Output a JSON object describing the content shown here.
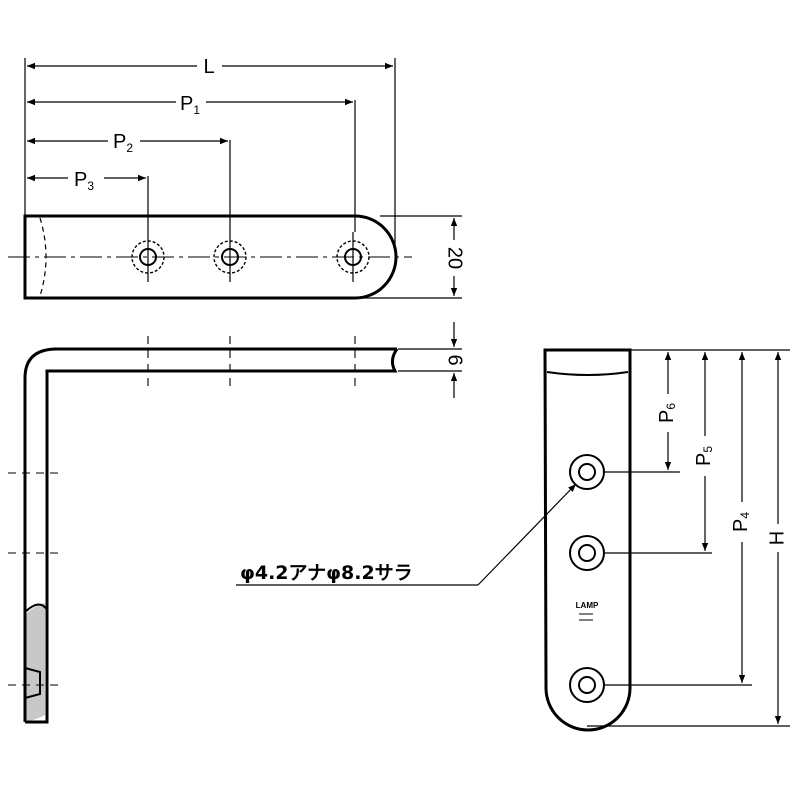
{
  "dimensions": {
    "L": "L",
    "P1": {
      "base": "P",
      "sub": "1"
    },
    "P2": {
      "base": "P",
      "sub": "2"
    },
    "P3": {
      "base": "P",
      "sub": "3"
    },
    "P4": {
      "base": "P",
      "sub": "4"
    },
    "P5": {
      "base": "P",
      "sub": "5"
    },
    "P6": {
      "base": "P",
      "sub": "6"
    },
    "H": "H",
    "width": "20",
    "thickness": "6"
  },
  "hole_note": "φ4.2アナφ8.2サラ",
  "stamp": "LAMP"
}
